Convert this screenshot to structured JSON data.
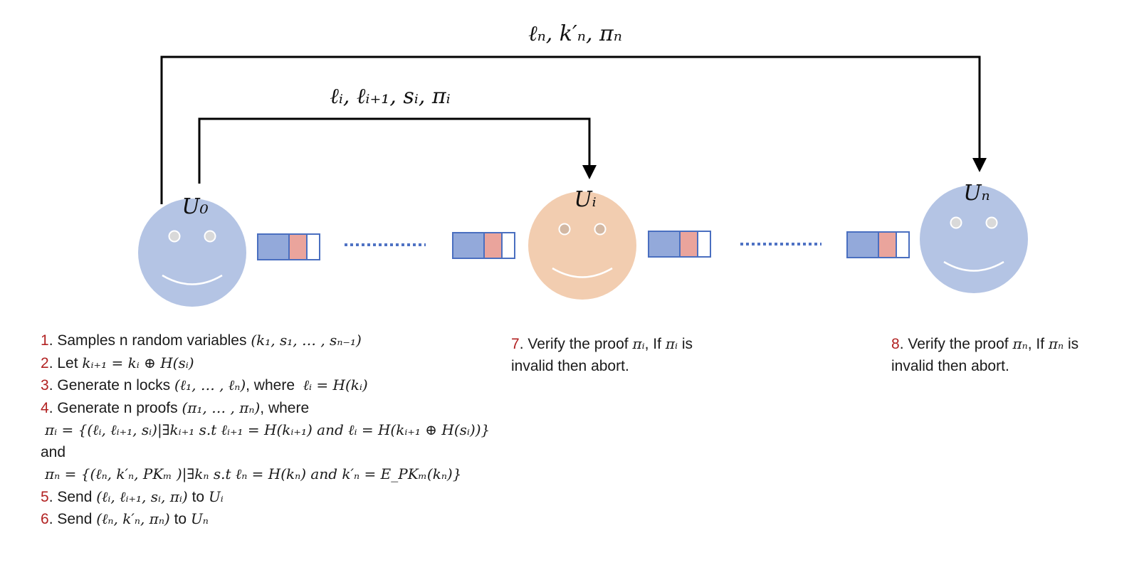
{
  "arrow_labels": {
    "outer": "ℓₙ, k′ₙ, πₙ",
    "inner": "ℓᵢ, ℓᵢ₊₁, sᵢ, πᵢ"
  },
  "users": [
    {
      "label": "U₀",
      "color": "#b4c4e4"
    },
    {
      "label": "Uᵢ",
      "color": "#f2cdb0"
    },
    {
      "label": "Uₙ",
      "color": "#b4c4e4"
    }
  ],
  "segment_colors": {
    "blue": "#93a9da",
    "red": "#eaa49c",
    "border": "#4a6fc0",
    "dots": "#4f72c4"
  },
  "left_steps": [
    {
      "num": "1",
      "text": ". Samples n random variables ",
      "math": "(k₁, s₁, … , sₙ₋₁)"
    },
    {
      "num": "2",
      "text": ". Let ",
      "math": "kᵢ₊₁ = kᵢ ⊕ H(sᵢ)"
    },
    {
      "num": "3",
      "text": ". Generate n locks ",
      "math": "(ℓ₁, … , ℓₙ)",
      "text2": ", where  ",
      "math2": "ℓᵢ = H(kᵢ)"
    },
    {
      "num": "4",
      "text": ". Generate n proofs ",
      "math": "(π₁, … , πₙ)",
      "text2": ", where"
    },
    {
      "math": "πᵢ = {(ℓᵢ, ℓᵢ₊₁, sᵢ)|∃kᵢ₊₁ s.t ℓᵢ₊₁ = H(kᵢ₊₁) and ℓᵢ = H(kᵢ₊₁ ⊕ H(sᵢ))}"
    },
    {
      "text": "and"
    },
    {
      "math": "πₙ = {(ℓₙ, k′ₙ, PKₘ )|∃kₙ s.t ℓₙ = H(kₙ) and k′ₙ = E_PKₘ(kₙ)}"
    },
    {
      "num": "5",
      "text": ". Send ",
      "math": "(ℓᵢ, ℓᵢ₊₁, sᵢ, πᵢ)",
      "text2": " to ",
      "math2": "Uᵢ"
    },
    {
      "num": "6",
      "text": ". Send ",
      "math": "(ℓₙ, k′ₙ, πₙ)",
      "text2": " to ",
      "math2": "Uₙ"
    }
  ],
  "middle_step": {
    "num": "7",
    "text": ". Verify the proof ",
    "math": "πᵢ",
    "text2": ", If ",
    "math2": "πᵢ",
    "text3": " is",
    "line2": "invalid then abort."
  },
  "right_step": {
    "num": "8",
    "text": ". Verify the proof ",
    "math": "πₙ",
    "text2": ", If ",
    "math2": "πₙ",
    "text3": " is",
    "line2": "invalid then abort."
  }
}
